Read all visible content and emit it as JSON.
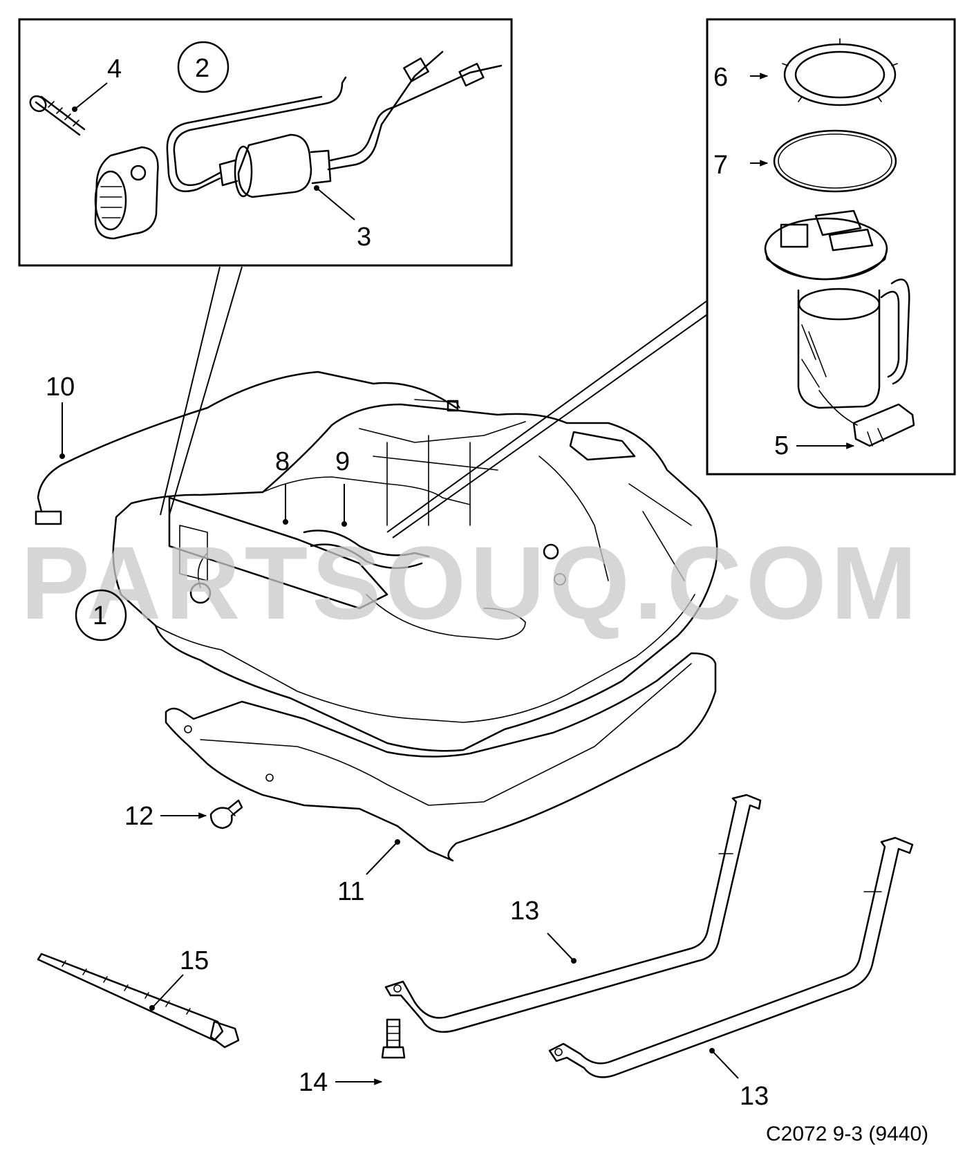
{
  "diagram": {
    "callouts": {
      "c1": "1",
      "c2": "2",
      "c3": "3",
      "c4": "4",
      "c5": "5",
      "c6": "6",
      "c7": "7",
      "c8": "8",
      "c9": "9",
      "c10": "10",
      "c11": "11",
      "c12": "12",
      "c13a": "13",
      "c13b": "13",
      "c14": "14",
      "c15": "15"
    },
    "caption": "C2072 9-3 (9440)",
    "watermark": "PARTSOUQ.COM"
  }
}
